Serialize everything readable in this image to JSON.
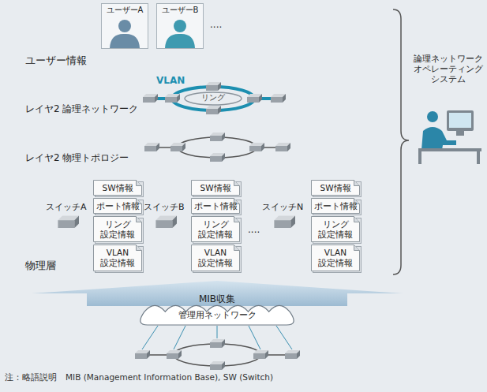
{
  "diagram": {
    "nodes": [
      {
        "text": [
          "ユーザー情報"
        ]
      },
      {
        "text": [
          "ユーザーA"
        ],
        "in": 0
      },
      {
        "text": [
          "ユーザーB"
        ],
        "in": 0
      },
      {
        "text": [
          "レイヤ2 論理ネットワーク"
        ]
      },
      {
        "text": [
          "レイヤ2 物理トポロジー"
        ]
      },
      {
        "text": [
          "物理層"
        ]
      },
      {
        "text": [
          "SW情報"
        ],
        "in": 5
      },
      {
        "text": [
          "ポート情報"
        ],
        "in": 5
      },
      {
        "text": [
          "リング 設定情報"
        ],
        "in": 5
      },
      {
        "text": [
          "VLAN 設定情報"
        ],
        "in": 5
      },
      {
        "text": [
          "SW情報"
        ],
        "in": 5
      },
      {
        "text": [
          "ポート情報"
        ],
        "in": 5
      },
      {
        "text": [
          "リング 設定情報"
        ],
        "in": 5
      },
      {
        "text": [
          "VLAN 設定情報"
        ],
        "in": 5
      },
      {
        "text": [
          "SW情報"
        ],
        "in": 5
      },
      {
        "text": [
          "ポート情報"
        ],
        "in": 5
      },
      {
        "text": [
          "リング 設定情報"
        ],
        "in": 5
      },
      {
        "text": [
          "VLAN 設定情報"
        ],
        "in": 5
      },
      {
        "text": [
          "MIB収集"
        ]
      },
      {
        "text": [
          "管理用ネットワーク"
        ]
      }
    ],
    "labels": [
      "....",
      "VLAN",
      "リング",
      "スイッチA",
      "スイッチB",
      "....",
      "スイッチN",
      "論理ネットワーク オペレーティング システム",
      "注：略語説明　MIB (Management Information Base), SW (Switch)"
    ]
  }
}
